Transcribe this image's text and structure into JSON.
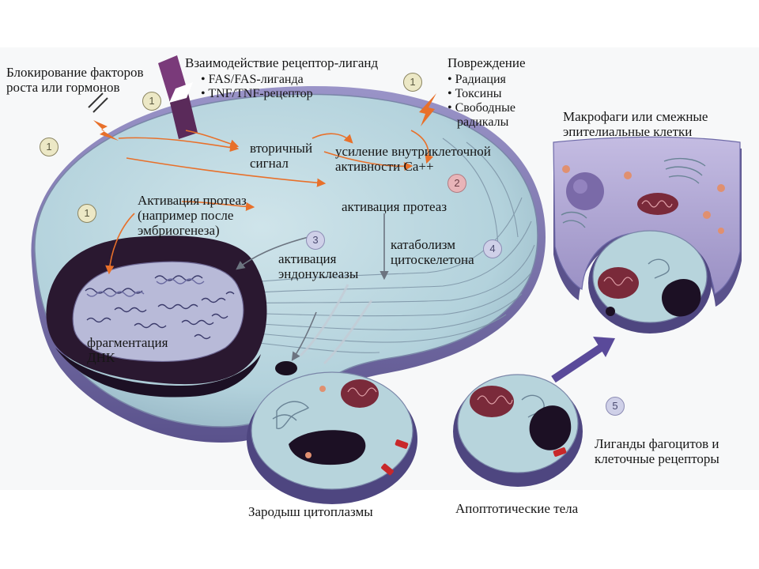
{
  "labels": {
    "block_factors": [
      "Блокирование факторов",
      "роста или гормонов"
    ],
    "receptor_ligand": "Взаимодействие рецептор-лиганд",
    "receptor_items": [
      "FAS/FAS-лиганда",
      "TNF/TNF-рецептор"
    ],
    "damage": "Повреждение",
    "damage_items": [
      "Радиация",
      "Токсины",
      "Свободные",
      "радикалы"
    ],
    "secondary_signal": [
      "вторичный",
      "сигнал"
    ],
    "ca_activity": [
      "усиление внутриклеточной",
      "активности Ca++"
    ],
    "protease_activation_left": [
      "Активация протеаз",
      "(например после",
      "эмбриогенеза)"
    ],
    "protease_activation_right": "активация протеаз",
    "endonuclease": [
      "активация",
      "эндонуклеазы"
    ],
    "cytoskeleton": [
      "катаболизм",
      "цитоскелетона"
    ],
    "dna_fragmentation": [
      "фрагментация",
      "ДНК"
    ],
    "macrophages": [
      "Макрофаги или смежные",
      "эпителиальные клетки"
    ],
    "phagocyte_ligands": [
      "Лиганды фагоцитов и",
      "клеточные рецепторы"
    ],
    "cytoplasm_bud": "Зародыш цитоплазмы",
    "apoptotic_bodies": "Апоптотические тела"
  },
  "badges": {
    "b1a": "1",
    "b1b": "1",
    "b1c": "1",
    "b1d": "1",
    "b2": "2",
    "b3": "3",
    "b4": "4",
    "b5": "5"
  },
  "colors": {
    "cell_fill": "#b9d7df",
    "cell_edge": "#6e6aa8",
    "membrane_dark": "#2a1a3a",
    "arrow_orange": "#e8702a",
    "macrophage_fill": "#b8b0d8",
    "mitochondria": "#7a2a3a"
  }
}
